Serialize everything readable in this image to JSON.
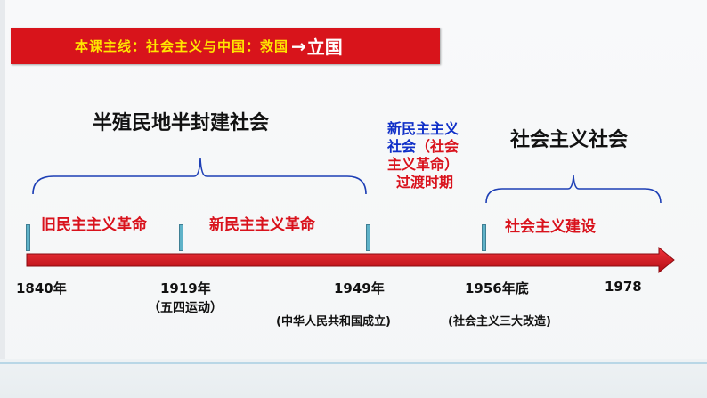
{
  "banner": {
    "prefix": "本课主线：社会主义与中国：救国",
    "suffix": "立国"
  },
  "eras": {
    "semi_colonial": "半殖民地半封建社会",
    "new_democratic": [
      "新民主主义",
      "社会",
      "（社会",
      "主义革命）",
      "过渡时期"
    ],
    "socialist": "社会主义社会"
  },
  "phases": {
    "old_democratic": "旧民主主义革命",
    "new_democratic": "新民主主义革命",
    "socialist_construction": "社会主义建设"
  },
  "years": [
    "1840年",
    "1919年",
    "1949年",
    "1956年底",
    "1978"
  ],
  "notes": {
    "y1919": "（五四运动）",
    "y1949": "(中华人民共和国成立)",
    "y1956": "(社会主义三大改造)"
  },
  "colors": {
    "accent_red": "#d9121c",
    "banner_red": "#d8141b",
    "banner_text": "#ffe600",
    "blue": "#1030c8",
    "marker": "#5fb2c8"
  }
}
